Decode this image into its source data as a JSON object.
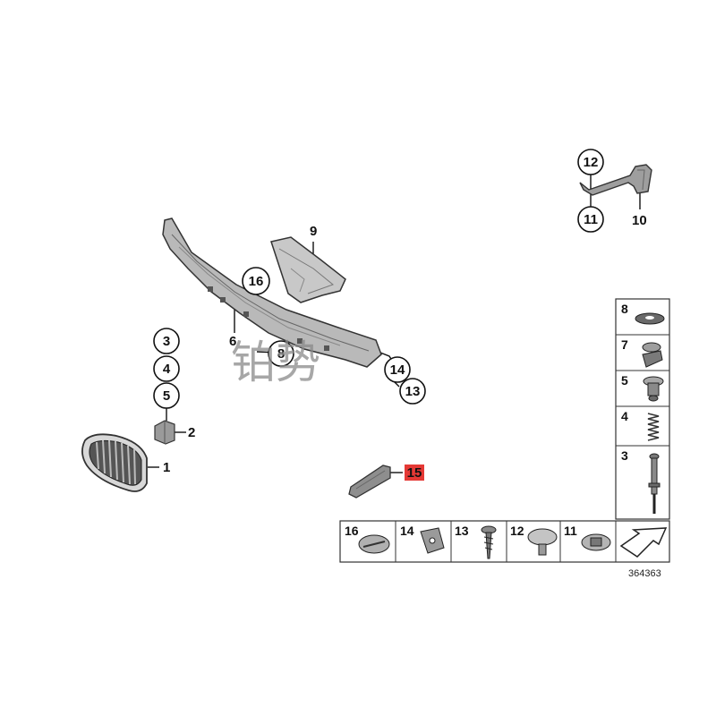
{
  "diagram": {
    "callouts": {
      "c1": "1",
      "c2": "2",
      "c3": "3",
      "c4": "4",
      "c5": "5",
      "c6": "6",
      "c8": "8",
      "c9": "9",
      "c10": "10",
      "c11": "11",
      "c12": "12",
      "c13": "13",
      "c14": "14",
      "c15": "15",
      "c16": "16"
    },
    "highlight_color": "#e53935",
    "legend_right": [
      {
        "num": "8",
        "icon": "washer-icon"
      },
      {
        "num": "7",
        "icon": "clip-icon"
      },
      {
        "num": "5",
        "icon": "rubber-buffer-icon"
      },
      {
        "num": "4",
        "icon": "spring-icon"
      },
      {
        "num": "3",
        "icon": "adjusting-screw-icon"
      }
    ],
    "legend_bottom": [
      {
        "num": "16",
        "icon": "grommet-icon"
      },
      {
        "num": "14",
        "icon": "clip-nut-icon"
      },
      {
        "num": "13",
        "icon": "screw-icon"
      },
      {
        "num": "12",
        "icon": "expanding-rivet-icon"
      },
      {
        "num": "11",
        "icon": "washer-nut-icon"
      }
    ],
    "reference_number": "364363",
    "watermark": "铂势"
  }
}
